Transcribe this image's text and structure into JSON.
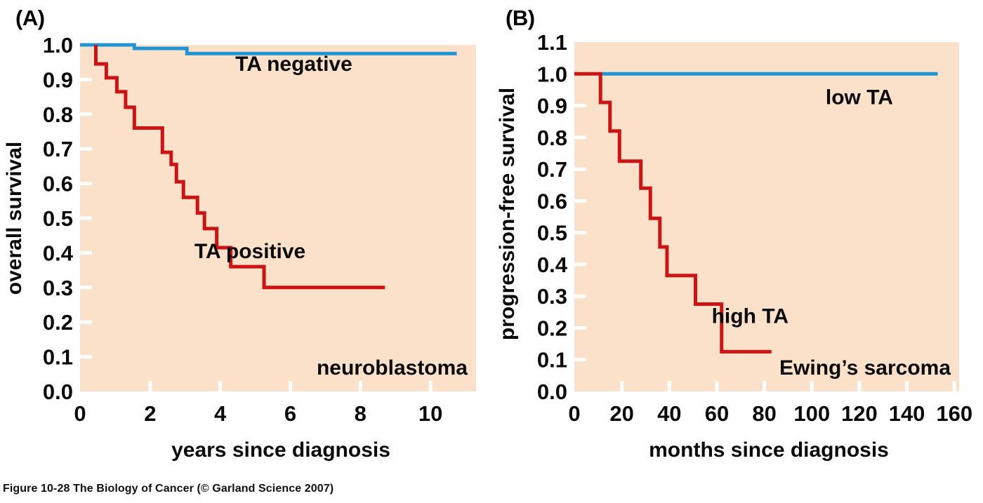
{
  "figure": {
    "caption": "Figure 10-28  The Biology of Cancer (© Garland Science 2007)",
    "colors": {
      "plot_background": "#fbe1ca",
      "red_curve": "#cc1414",
      "blue_curve": "#1f95d6",
      "text": "#0a0a0a",
      "page_background": "#ffffff"
    }
  },
  "panels": {
    "a": {
      "letter": "(A)",
      "note": "neuroblastoma",
      "annotations": {
        "blue": "TA negative",
        "red": "TA positive"
      }
    },
    "b": {
      "letter": "(B)",
      "note": "Ewing’s sarcoma",
      "annotations": {
        "blue": "low TA",
        "red": "high TA"
      }
    }
  },
  "chart_data": [
    {
      "id": "panel-a",
      "type": "line",
      "subtype": "kaplan-meier-step",
      "title": "(A)",
      "xlabel": "years since diagnosis",
      "ylabel": "overall survival",
      "xlim": [
        0,
        11.3
      ],
      "ylim": [
        0.0,
        1.0
      ],
      "xticks": [
        0,
        2,
        4,
        6,
        8,
        10
      ],
      "xtick_labels": [
        "0",
        "2",
        "4",
        "6",
        "8",
        "10"
      ],
      "yticks": [
        0.0,
        0.1,
        0.2,
        0.3,
        0.4,
        0.5,
        0.6,
        0.7,
        0.8,
        0.9,
        1.0
      ],
      "ytick_labels": [
        "0.0",
        "0.1",
        "0.2",
        "0.3",
        "0.4",
        "0.5",
        "0.6",
        "0.7",
        "0.8",
        "0.9",
        "1.0"
      ],
      "grid": false,
      "legend": "inline-annotations",
      "annotation_note": "neuroblastoma",
      "series": [
        {
          "name": "TA negative",
          "color": "#1f95d6",
          "label_position": {
            "x": 6.1,
            "y": 0.925
          },
          "points": [
            [
              0.0,
              1.0
            ],
            [
              1.55,
              1.0
            ],
            [
              1.55,
              0.99
            ],
            [
              3.05,
              0.99
            ],
            [
              3.05,
              0.975
            ],
            [
              10.75,
              0.975
            ]
          ]
        },
        {
          "name": "TA positive",
          "color": "#cc1414",
          "label_position": {
            "x": 4.85,
            "y": 0.385
          },
          "points": [
            [
              0.45,
              1.0
            ],
            [
              0.45,
              0.945
            ],
            [
              0.75,
              0.945
            ],
            [
              0.75,
              0.905
            ],
            [
              1.05,
              0.905
            ],
            [
              1.05,
              0.865
            ],
            [
              1.3,
              0.865
            ],
            [
              1.3,
              0.82
            ],
            [
              1.55,
              0.82
            ],
            [
              1.55,
              0.76
            ],
            [
              2.35,
              0.76
            ],
            [
              2.35,
              0.69
            ],
            [
              2.6,
              0.69
            ],
            [
              2.6,
              0.655
            ],
            [
              2.75,
              0.655
            ],
            [
              2.75,
              0.605
            ],
            [
              2.95,
              0.605
            ],
            [
              2.95,
              0.56
            ],
            [
              3.35,
              0.56
            ],
            [
              3.35,
              0.515
            ],
            [
              3.55,
              0.515
            ],
            [
              3.55,
              0.47
            ],
            [
              3.9,
              0.47
            ],
            [
              3.9,
              0.415
            ],
            [
              4.3,
              0.415
            ],
            [
              4.3,
              0.36
            ],
            [
              5.25,
              0.36
            ],
            [
              5.25,
              0.3
            ],
            [
              8.7,
              0.3
            ]
          ]
        }
      ]
    },
    {
      "id": "panel-b",
      "type": "line",
      "subtype": "kaplan-meier-step",
      "title": "(B)",
      "xlabel": "months since diagnosis",
      "ylabel": "progression-free survival",
      "xlim": [
        0,
        162
      ],
      "ylim": [
        0.0,
        1.1
      ],
      "xticks": [
        0,
        20,
        40,
        60,
        80,
        100,
        120,
        140,
        160
      ],
      "xtick_labels": [
        "0",
        "20",
        "40",
        "60",
        "80",
        "100",
        "120",
        "140",
        "160"
      ],
      "yticks": [
        0.0,
        0.1,
        0.2,
        0.3,
        0.4,
        0.5,
        0.6,
        0.7,
        0.8,
        0.9,
        1.0,
        1.1
      ],
      "ytick_labels": [
        "0.0",
        "0.1",
        "0.2",
        "0.3",
        "0.4",
        "0.5",
        "0.6",
        "0.7",
        "0.8",
        "0.9",
        "1.0",
        "1.1"
      ],
      "grid": false,
      "legend": "inline-annotations",
      "annotation_note": "Ewing’s sarcoma",
      "series": [
        {
          "name": "low TA",
          "color": "#1f95d6",
          "label_position": {
            "x": 120,
            "y": 0.905
          },
          "points": [
            [
              11.0,
              1.0
            ],
            [
              153.0,
              1.0
            ]
          ]
        },
        {
          "name": "high TA",
          "color": "#cc1414",
          "label_position": {
            "x": 74,
            "y": 0.215
          },
          "points": [
            [
              0.0,
              1.0
            ],
            [
              11.0,
              1.0
            ],
            [
              11.0,
              0.91
            ],
            [
              15.0,
              0.91
            ],
            [
              15.0,
              0.82
            ],
            [
              19.0,
              0.82
            ],
            [
              19.0,
              0.725
            ],
            [
              28.0,
              0.725
            ],
            [
              28.0,
              0.64
            ],
            [
              32.0,
              0.64
            ],
            [
              32.0,
              0.545
            ],
            [
              36.0,
              0.545
            ],
            [
              36.0,
              0.455
            ],
            [
              39.0,
              0.455
            ],
            [
              39.0,
              0.365
            ],
            [
              51.0,
              0.365
            ],
            [
              51.0,
              0.275
            ],
            [
              62.0,
              0.275
            ],
            [
              62.0,
              0.125
            ],
            [
              83.0,
              0.125
            ]
          ]
        }
      ]
    }
  ]
}
